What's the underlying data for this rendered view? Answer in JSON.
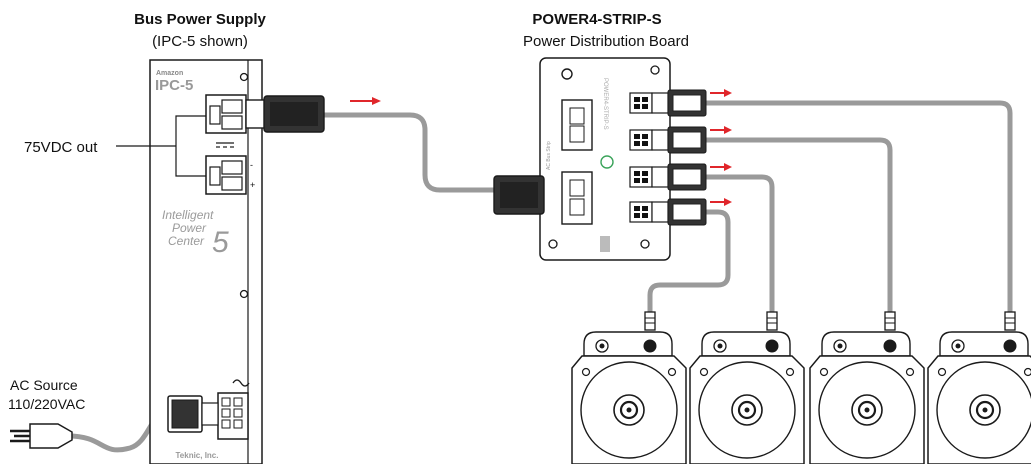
{
  "power_supply": {
    "title": "Bus Power Supply",
    "subtitle": "(IPC-5 shown)",
    "brand_small": "Amazon",
    "model": "IPC-5",
    "logo_line1": "Intelligent",
    "logo_line2": "Power",
    "logo_line3": "Center",
    "logo_number": "5",
    "maker": "Teknic, Inc.",
    "terminal_minus": "-",
    "terminal_plus": "+"
  },
  "distribution_board": {
    "title": "POWER4-STRIP-S",
    "subtitle": "Power Distribution Board",
    "side_text": "AC Bus Strip",
    "board_text": "POWER4-STRIP-S"
  },
  "labels": {
    "dc_output": "75VDC out",
    "ac_source_line1": "AC Source",
    "ac_source_line2": "110/220VAC"
  },
  "icons": {
    "dc_symbol": "dc-symbol-icon",
    "ac_symbol": "ac-symbol-icon",
    "plug": "ac-plug-icon",
    "flow_arrow": "red-arrow-icon"
  },
  "colors": {
    "cable": "#9a9a9a",
    "arrow": "#e0262b",
    "outline": "#1a1a1a",
    "led": "#3aa35a"
  }
}
